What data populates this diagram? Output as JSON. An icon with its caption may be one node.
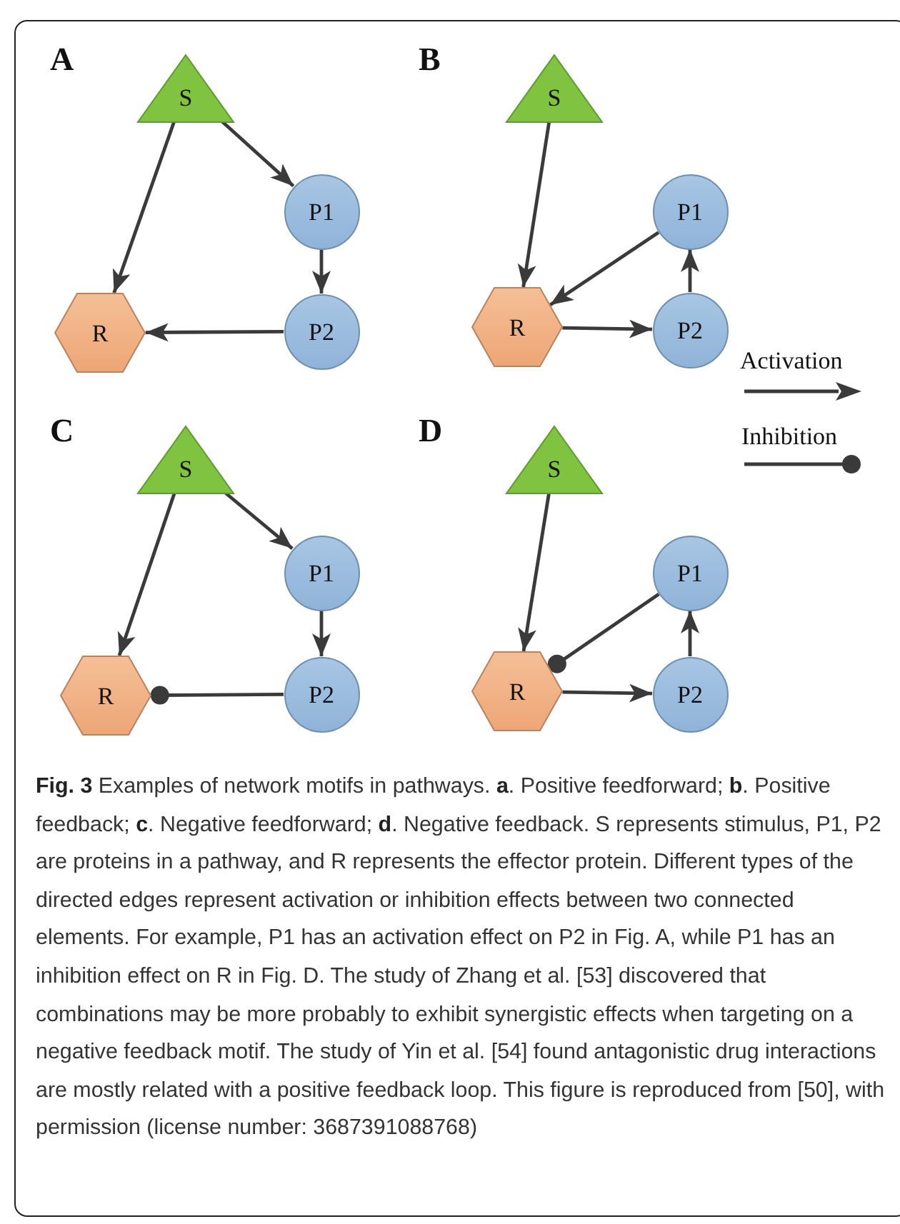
{
  "diagram": {
    "caption": "**Fig. 3** Examples of network motifs in pathways. **a**. Positive feedforward; **b**. Positive feedback; **c**. Negative feedforward; **d**. Negative feedback. S represents stimulus, P1, P2 are proteins in a pathway, and R represents the effector protein. Different types of the directed edges represent activation or inhibition effects between two connected elements. For example, P1 has an activation effect on P2 in Fig. A, while P1 has an inhibition effect on R in Fig. D. The study of Zhang et al. [53] discovered that combinations may be more probably to exhibit synergistic effects when targeting on a negative feedback motif. The study of Yin et al. [54] found antagonistic drug interactions are mostly related with a positive feedback loop. This figure is reproduced from [50], with permission (license number: 3687391088768)",
    "nodes": [
      {
        "text": [
          "S"
        ]
      },
      {
        "text": [
          "P1"
        ]
      },
      {
        "text": [
          "R"
        ]
      },
      {
        "text": [
          "P2"
        ]
      },
      {
        "text": [
          "S"
        ]
      },
      {
        "text": [
          "P1"
        ]
      },
      {
        "text": [
          "R"
        ]
      },
      {
        "text": [
          "P2"
        ]
      },
      {
        "text": [
          "S"
        ]
      },
      {
        "text": [
          "P1"
        ]
      },
      {
        "text": [
          "R"
        ]
      },
      {
        "text": [
          "P2"
        ]
      },
      {
        "text": [
          "S"
        ]
      },
      {
        "text": [
          "P1"
        ]
      },
      {
        "text": [
          "R"
        ]
      },
      {
        "text": [
          "P2"
        ]
      }
    ],
    "edges": [
      {
        "from": 0,
        "to": 1,
        "arrow": "to"
      },
      {
        "from": 0,
        "to": 2,
        "arrow": "to"
      },
      {
        "from": 1,
        "to": 3,
        "arrow": "to"
      },
      {
        "from": 3,
        "to": 2,
        "arrow": "to"
      },
      {
        "from": 4,
        "to": 6,
        "arrow": "to"
      },
      {
        "from": 5,
        "to": 6,
        "arrow": "to"
      },
      {
        "from": 6,
        "to": 7,
        "arrow": "to"
      },
      {
        "from": 7,
        "to": 5,
        "arrow": "to"
      },
      {
        "from": 8,
        "to": 9,
        "arrow": "to"
      },
      {
        "from": 8,
        "to": 10,
        "arrow": "to"
      },
      {
        "from": 9,
        "to": 11,
        "arrow": "to"
      },
      {
        "from": 11,
        "to": 10,
        "arrow": "other"
      },
      {
        "from": 12,
        "to": 14,
        "arrow": "to"
      },
      {
        "from": 13,
        "to": 14,
        "arrow": "other"
      },
      {
        "from": 14,
        "to": 15,
        "arrow": "to"
      },
      {
        "from": 15,
        "to": 13,
        "arrow": "to"
      }
    ],
    "labels": [
      "A",
      "B",
      "C",
      "D"
    ],
    "legend": [
      {
        "text": "Activation"
      },
      {
        "text": "Inhibition"
      }
    ]
  }
}
